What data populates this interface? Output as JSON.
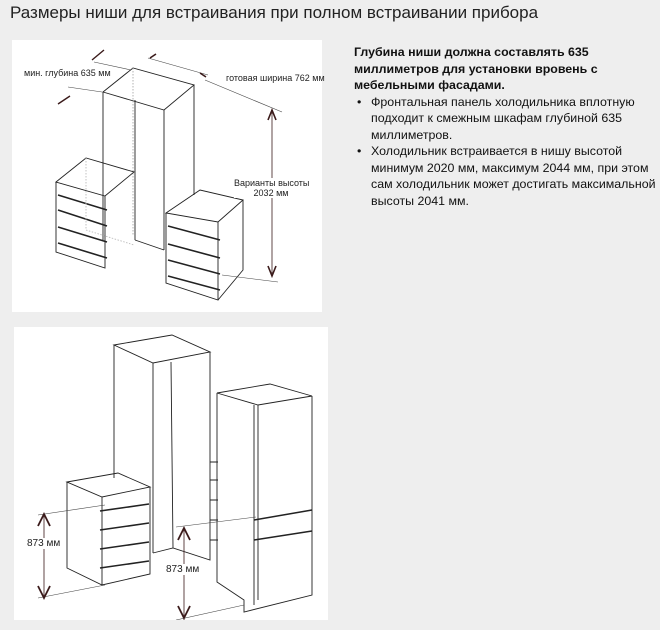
{
  "page": {
    "title": "Размеры ниши для встраивания при полном встраивании прибора"
  },
  "top_diagram": {
    "depth_label": "мин. глубина 635 мм",
    "width_label": "готовая ширина 762 мм",
    "height_label_line1": "Варианты высоты",
    "height_label_line2": "2032 мм"
  },
  "bottom_diagram": {
    "left_height_label": "873 мм",
    "right_height_label": "873 мм"
  },
  "description": {
    "heading": "Глубина ниши должна составлять 635 миллиметров для установки вровень с мебельными фасадами.",
    "bullets": [
      "Фронтальная панель холодильника вплотную подходит к смежным шкафам глубиной 635 миллиметров.",
      "Холодильник встраивается в нишу высотой минимум 2020 мм, максимум 2044 мм, при этом сам холодильник может достигать максимальной высоты 2041 мм."
    ]
  },
  "colors": {
    "background": "#eeeeee",
    "arrow": "#3a1a1a"
  }
}
